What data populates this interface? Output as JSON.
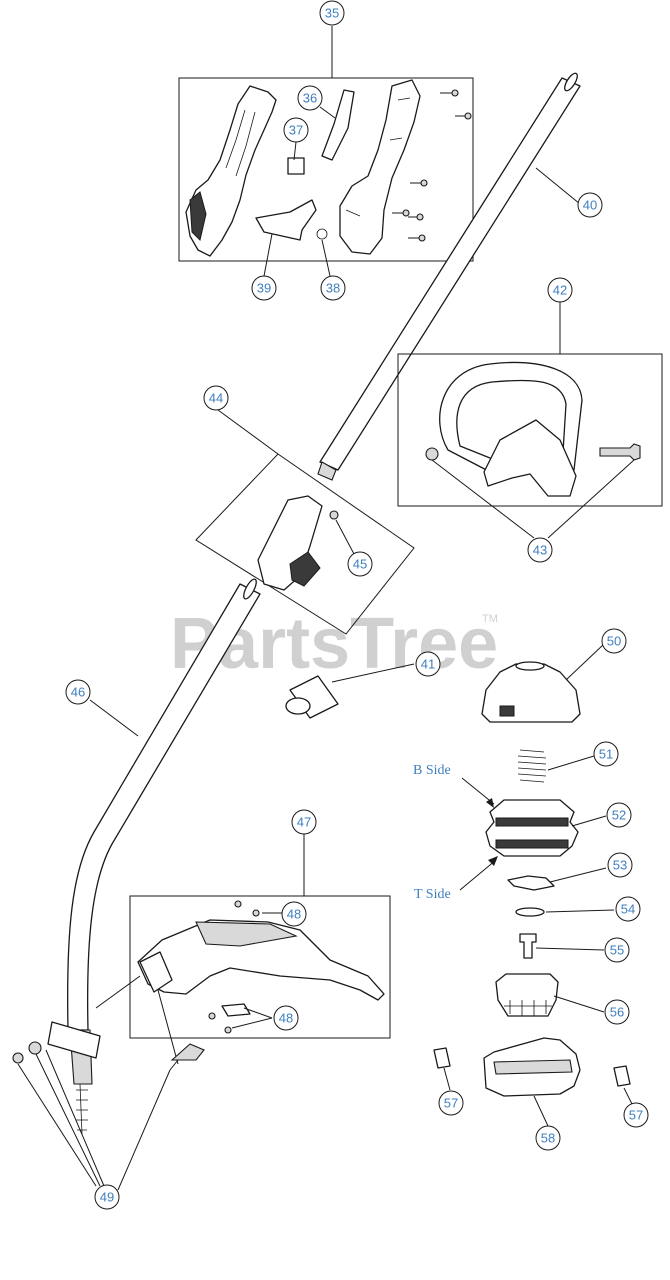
{
  "watermark": {
    "text": "PartsTree",
    "trademark": "TM"
  },
  "callouts": [
    "35",
    "36",
    "37",
    "38",
    "39",
    "40",
    "41",
    "42",
    "43",
    "44",
    "45",
    "46",
    "47",
    "48",
    "48",
    "49",
    "50",
    "51",
    "52",
    "53",
    "54",
    "55",
    "56",
    "57",
    "57",
    "58"
  ],
  "side_labels": {
    "b_side": "B Side",
    "t_side": "T Side"
  },
  "colors": {
    "callout_text": "#3f7fbf",
    "lines": "#1a1a1a",
    "watermark": "#d0d0d0"
  }
}
